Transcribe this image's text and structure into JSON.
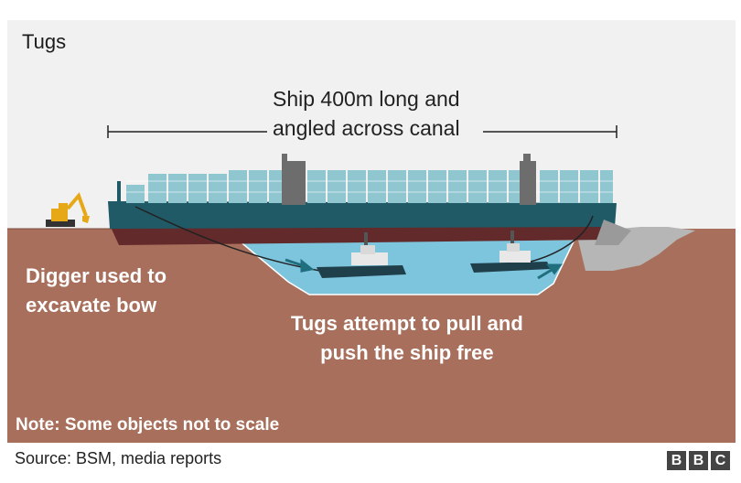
{
  "title": "Tugs",
  "ship_label": [
    "Ship 400m long and",
    "angled across canal"
  ],
  "digger_label": [
    "Digger used to",
    "excavate bow"
  ],
  "tugs_label": [
    "Tugs attempt to pull and",
    "push the ship free"
  ],
  "note": "Note: Some objects not to scale",
  "source": "Source: BSM, media reports",
  "logo": [
    "B",
    "B",
    "C"
  ],
  "colors": {
    "background": "#f1f1f1",
    "earth": "#a8705c",
    "water": "#7dc4dd",
    "hull_upper": "#205a67",
    "hull_lower": "#622a2a",
    "containers": "#8fc6d0",
    "tug_hull": "#1f3f4a"
  }
}
